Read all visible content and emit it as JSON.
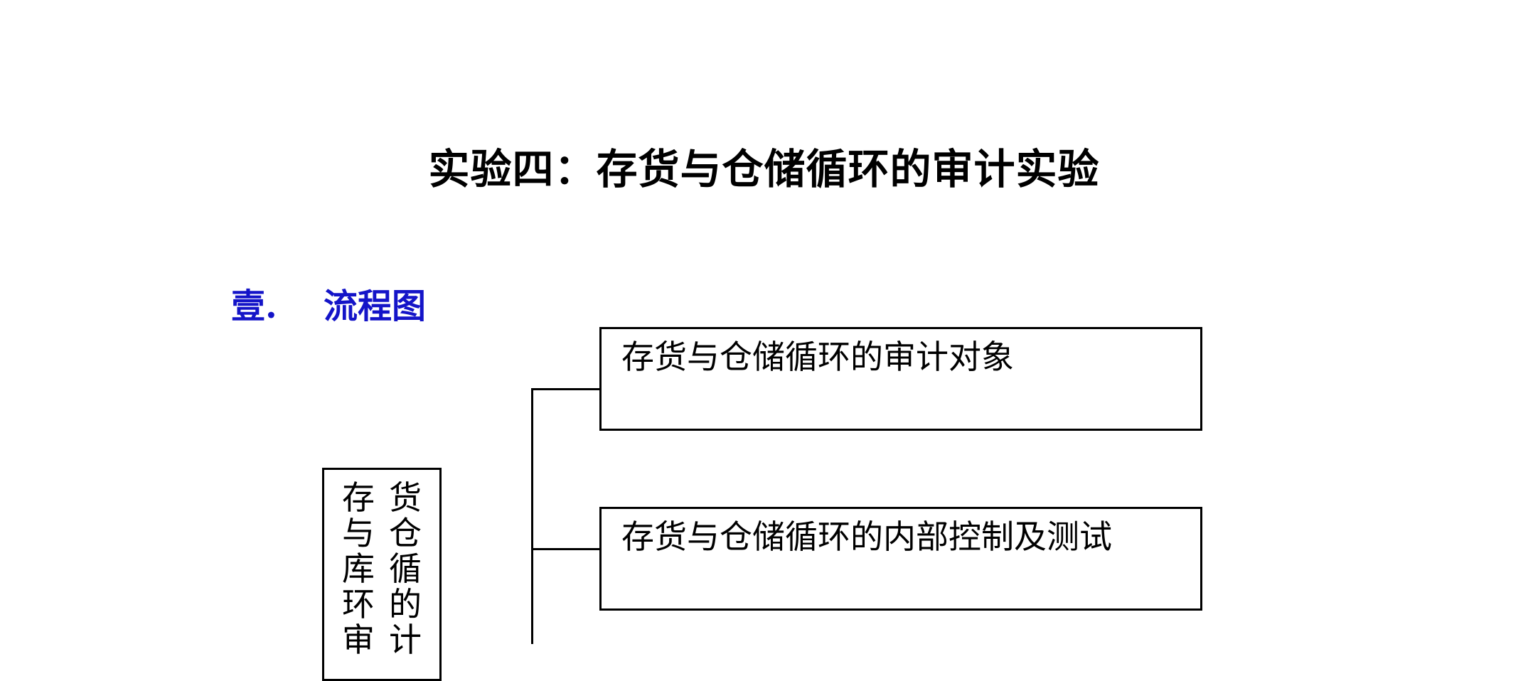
{
  "document": {
    "title": "实验四：存货与仓储循环的审计实验",
    "section": {
      "number": "壹.",
      "heading": "流程图"
    },
    "flowchart": {
      "root_label_col1": "存与库环审",
      "root_label_col2": "货仓循的计",
      "branches": [
        "存货与仓储循环的审计对象",
        "存货与仓储循环的内部控制及测试"
      ]
    }
  }
}
